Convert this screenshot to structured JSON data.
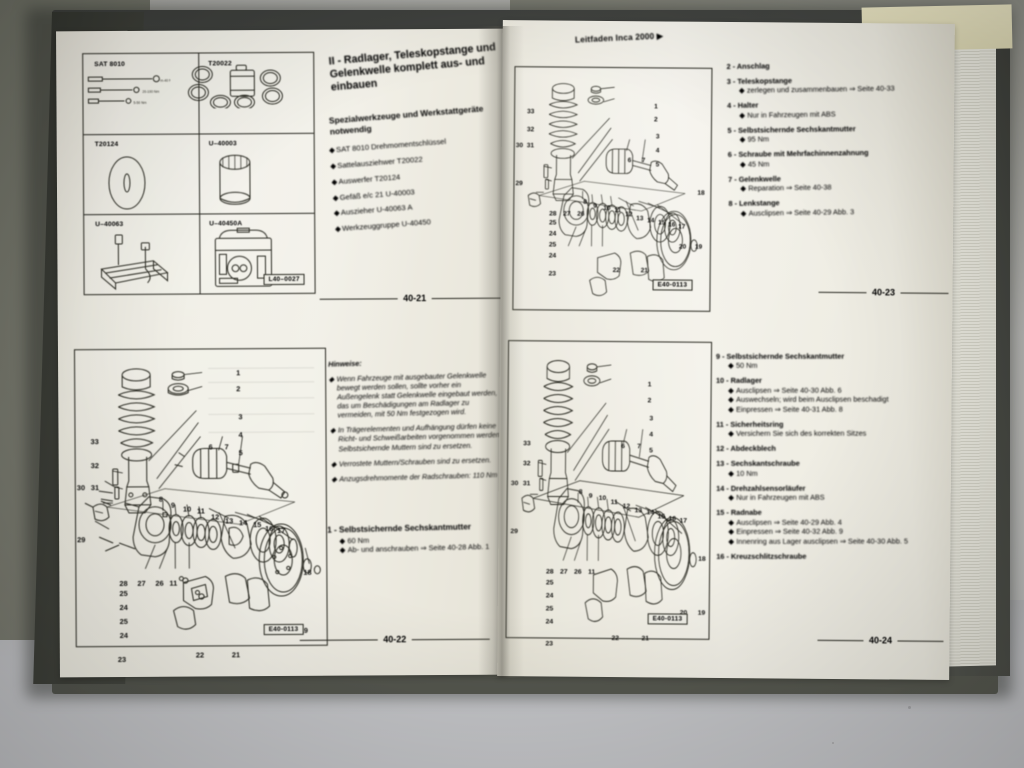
{
  "photo": {
    "subject": "open automotive workshop manual",
    "running_header": "Leitfaden Inca 2000 ▶"
  },
  "pages": {
    "top_left": {
      "page_number": "40-21",
      "figure_label": "L40–0027",
      "tool_panels": [
        {
          "code": "SAT 8010",
          "name": "torque-wrench-set"
        },
        {
          "code": "T20022",
          "name": "seal-puller-rings"
        },
        {
          "code": "T20124",
          "name": "ejector-disc"
        },
        {
          "code": "U–40003",
          "name": "vessel-sleeve"
        },
        {
          "code": "U–40063",
          "name": "puller-bridge"
        },
        {
          "code": "U–40450A",
          "name": "tool-group-case"
        }
      ],
      "title": "II - Radlager, Teleskopstange und Gelenkwelle komplett aus- und einbauen",
      "subtitle": "Spezialwerkzeuge und Werkstattgeräte notwendig",
      "tools": [
        "SAT 8010 Drehmomentschlüssel",
        "Sattelausziehwer T20022",
        "Auswerfer T20124",
        "Gefäß e/c 21 U-40003",
        "Auszieher U-40063 A",
        "Werkzeuggruppe U-40450"
      ]
    },
    "bottom_left": {
      "page_number": "40-22",
      "figure_label": "E40-0113",
      "notes_title": "Hinweise:",
      "notes": [
        "Wenn Fahrzeuge mit ausgebauter Gelenkwelle bewegt werden sollen, sollte vorher ein Außengelenk statt Gelenkwelle eingebaut werden, das um Beschädigungen am Radlager zu vermeiden, mit 50 Nm festgezogen wird.",
        "In Trägerelementen und Aufhängung dürfen keine Richt- und Schweißarbeiten vorgenommen werden. Selbstsichernde Muttern sind zu ersetzen.",
        "Verrostete Muttern/Schrauben sind zu ersetzen.",
        "Anzugsdrehmomente der Radschrauben: 110 Nm"
      ],
      "item": {
        "number": "1",
        "title": "Selbstsichernde Sechskantmutter",
        "bullets": [
          "60 Nm",
          "Ab- und anschrauben ⇒ Seite 40-28 Abb. 1"
        ]
      }
    },
    "top_right": {
      "page_number": "40-23",
      "figure_label": "E40-0113",
      "items": [
        {
          "number": "2",
          "title": "Anschlag",
          "bullets": []
        },
        {
          "number": "3",
          "title": "Teleskopstange",
          "bullets": [
            "zerlegen und zusammenbauen ⇒ Seite 40-33"
          ]
        },
        {
          "number": "4",
          "title": "Halter",
          "bullets": [
            "Nur in Fahrzeugen mit ABS"
          ]
        },
        {
          "number": "5",
          "title": "Selbstsichernde Sechskantmutter",
          "bullets": [
            "95 Nm"
          ]
        },
        {
          "number": "6",
          "title": "Schraube mit Mehrfachinnenzahnung",
          "bullets": [
            "45 Nm"
          ]
        },
        {
          "number": "7",
          "title": "Gelenkwelle",
          "bullets": [
            "Reparation ⇒ Seite 40-38"
          ]
        },
        {
          "number": "8",
          "title": "Lenkstange",
          "bullets": [
            "Ausclipsen ⇒ Seite 40-29 Abb. 3"
          ]
        }
      ]
    },
    "bottom_right": {
      "page_number": "40-24",
      "figure_label": "E40-0113",
      "items": [
        {
          "number": "9",
          "title": "Selbstsichernde Sechskantmutter",
          "bullets": [
            "50 Nm"
          ]
        },
        {
          "number": "10",
          "title": "Radlager",
          "bullets": [
            "Ausclipsen ⇒ Seite 40-30 Abb. 6",
            "Auswechseln; wird beim Ausclipsen beschadigt",
            "Einpressen ⇒ Seite 40-31 Abb. 8"
          ]
        },
        {
          "number": "11",
          "title": "Sicherheitsring",
          "bullets": [
            "Versichern Sie sich des korrekten Sitzes"
          ]
        },
        {
          "number": "12",
          "title": "Abdeckblech",
          "bullets": []
        },
        {
          "number": "13",
          "title": "Sechskantschraube",
          "bullets": [
            "10 Nm"
          ]
        },
        {
          "number": "14",
          "title": "Drehzahlsensorläufer",
          "bullets": [
            "Nur in Fahrzeugen mit ABS"
          ]
        },
        {
          "number": "15",
          "title": "Radnabe",
          "bullets": [
            "Ausclipsen ⇒ Seite 40-29 Abb. 4",
            "Einpressen ⇒ Seite 40-32 Abb. 9",
            "Innenring aus Lager ausclipsen ⇒ Seite 40-30 Abb. 5"
          ]
        },
        {
          "number": "16",
          "title": "Kreuzschlitzschraube",
          "bullets": []
        }
      ]
    }
  },
  "exploded_diagram": {
    "callouts": [
      "1",
      "2",
      "3",
      "4",
      "5",
      "6",
      "7",
      "8",
      "9",
      "10",
      "11",
      "12",
      "13",
      "14",
      "15",
      "16",
      "17",
      "18",
      "19",
      "20",
      "21",
      "22",
      "23",
      "24",
      "25",
      "26",
      "27",
      "28",
      "29",
      "30",
      "31",
      "32",
      "33"
    ]
  }
}
